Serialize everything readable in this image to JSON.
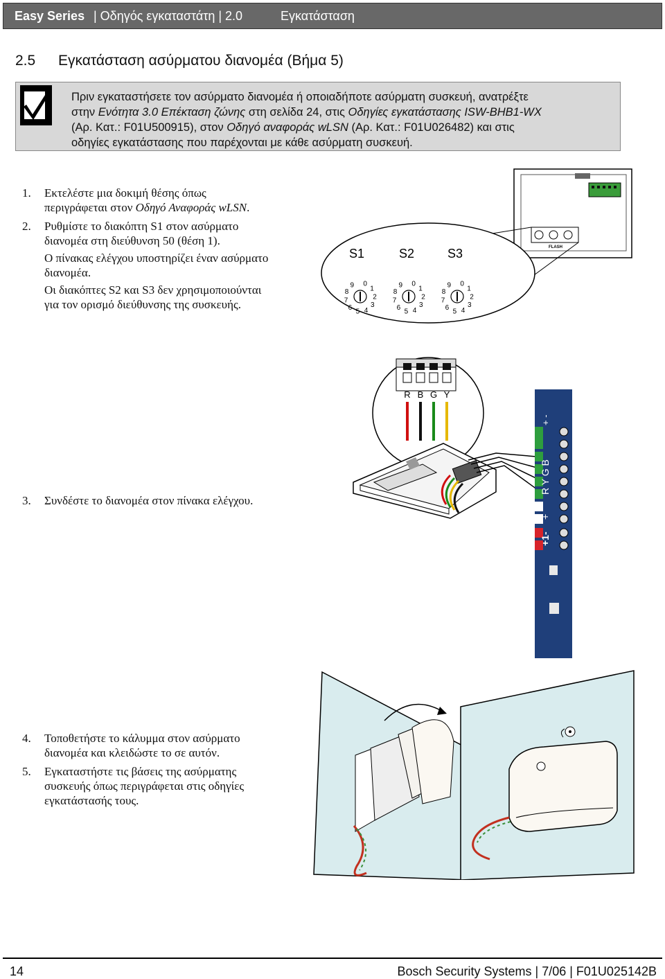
{
  "header": {
    "product": "Easy Series",
    "guide": "| Οδηγός εγκαταστάτη | 2.0",
    "section": "Εγκατάσταση"
  },
  "section": {
    "number": "2.5",
    "title": "Εγκατάσταση ασύρματου διανομέα (Βήμα 5)"
  },
  "note": {
    "line1": "Πριν εγκαταστήσετε τον ασύρματο διανομέα ή οποιαδήποτε ασύρματη συσκευή, ανατρέξτε",
    "line2_a": "στην ",
    "line2_b": "Ενότητα 3.0 Επέκταση ζώνης",
    "line2_c": " στη σελίδα 24, στις ",
    "line2_d": "Οδηγίες εγκατάστασης ISW-BHB1-WX",
    "line3_a": "(Αρ. Κατ.: F01U500915), στον ",
    "line3_b": "Οδηγό αναφοράς wLSN",
    "line3_c": " (Αρ. Κατ.: F01U026482) και στις",
    "line4": "οδηγίες εγκατάστασης που παρέχονται με κάθε ασύρματη συσκευή."
  },
  "steps": {
    "s1_num": "1.",
    "s1_l1": "Εκτελέστε μια δοκιμή θέσης όπως",
    "s1_l2a": "περιγράφεται στον ",
    "s1_l2b": "Οδηγό Αναφοράς wLSN",
    "s1_l2c": ".",
    "s2_num": "2.",
    "s2_l1": "Ρυθμίστε το διακόπτη S1 στον ασύρματο",
    "s2_l2": "διανομέα στη διεύθυνση 50 (θέση 1).",
    "s2_l3": "Ο πίνακας ελέγχου υποστηρίζει έναν ασύρματο",
    "s2_l4": "διανομέα.",
    "s2_l5": "Οι διακόπτες S2 και S3 δεν χρησιμοποιούνται",
    "s2_l6": "για τον ορισμό διεύθυνσης της συσκευής.",
    "s3_num": "3.",
    "s3_l1": "Συνδέστε το διανομέα στον πίνακα ελέγχου.",
    "s4_num": "4.",
    "s4_l1": "Τοποθετήστε το κάλυμμα στον ασύρματο",
    "s4_l2": "διανομέα και κλειδώστε το σε αυτόν.",
    "s5_num": "5.",
    "s5_l1": "Εγκαταστήστε τις βάσεις της ασύρματης",
    "s5_l2": "συσκευής όπως περιγράφεται στις οδηγίες",
    "s5_l3": "εγκατάστασής τους."
  },
  "figure_switches": {
    "s1": "S1",
    "s2": "S2",
    "s3": "S3",
    "dial_digits": [
      "0",
      "1",
      "2",
      "3",
      "4",
      "5",
      "6",
      "7",
      "8",
      "9"
    ],
    "flash_label": "FLASH"
  },
  "figure_wiring": {
    "terminal_letters": [
      "R",
      "B",
      "G",
      "Y"
    ],
    "wire_colors": [
      "#d01010",
      "#111111",
      "#1a8a1a",
      "#e6b800"
    ],
    "strip_top_label": "+ -",
    "strip_mid_label": "R Y G B",
    "strip_low_label": "+",
    "strip_red_label": "+1-",
    "strip_color": "#1f3f7a",
    "terminal_green": "#2e9e3e",
    "terminal_red": "#d8232a"
  },
  "footer": {
    "page_number": "14",
    "right": "Bosch Security Systems | 7/06 | F01U025142B"
  }
}
